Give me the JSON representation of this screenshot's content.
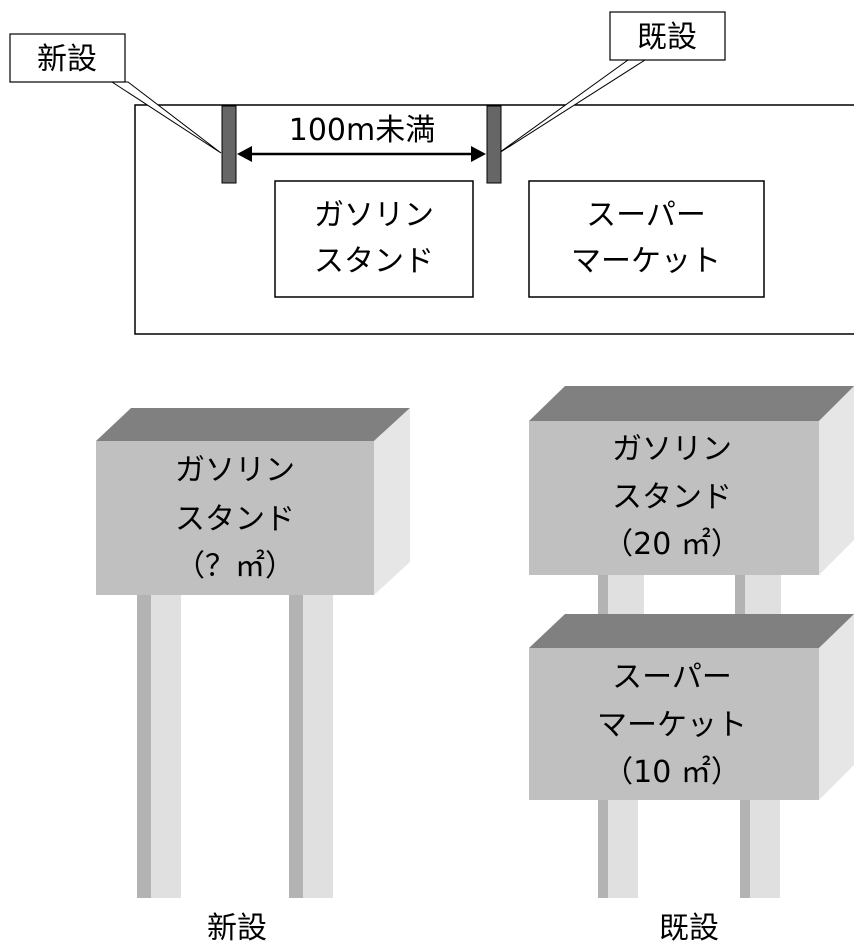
{
  "plan": {
    "new_callout": "新設",
    "existing_callout": "既設",
    "distance_label": "100m未満",
    "gas_station_line1": "ガソリン",
    "gas_station_line2": "スタンド",
    "supermarket_line1": "スーパー",
    "supermarket_line2": "マーケット"
  },
  "new_sign": {
    "line1": "ガソリン",
    "line2": "スタンド",
    "area": "（？㎡）",
    "caption": "新設"
  },
  "existing_sign": {
    "upper_line1": "ガソリン",
    "upper_line2": "スタンド",
    "upper_area": "（20 ㎡）",
    "lower_line1": "スーパー",
    "lower_line2": "マーケット",
    "lower_area": "（10 ㎡）",
    "caption": "既設"
  },
  "colors": {
    "sign_face": "#c0c0c0",
    "sign_top": "#808080",
    "sign_side": "#e0e0e0",
    "post_face": "#d9d9d9",
    "post_shade": "#b3b3b3",
    "marker": "#666666"
  }
}
